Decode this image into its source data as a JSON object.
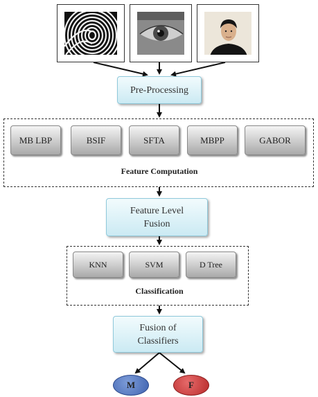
{
  "inputs": {
    "fingerprint_alt": "fingerprint",
    "iris_alt": "eye",
    "face_alt": "face"
  },
  "nodes": {
    "preprocessing": "Pre-Processing",
    "feature_methods": [
      "MB LBP",
      "BSIF",
      "SFTA",
      "MBPP",
      "GABOR"
    ],
    "feature_group_label": "Feature Computation",
    "feature_fusion_line1": "Feature Level",
    "feature_fusion_line2": "Fusion",
    "classifiers": [
      "KNN",
      "SVM",
      "D Tree"
    ],
    "classification_label": "Classification",
    "classifier_fusion_line1": "Fusion of",
    "classifier_fusion_line2": "Classifiers",
    "output_m": "M",
    "output_f": "F"
  },
  "colors": {
    "process_box": "#cbeaf3",
    "method_box": "#a9a9a9",
    "output_m": "#3f63b0",
    "output_f": "#b82a2a"
  }
}
